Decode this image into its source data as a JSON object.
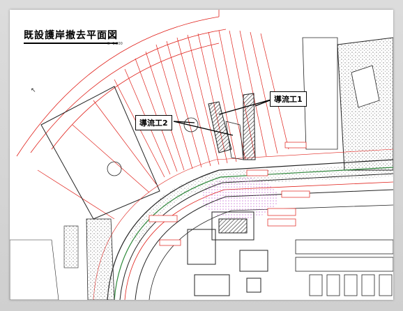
{
  "drawing": {
    "title": "既設護岸撤去平面図",
    "scale_note": "S=1:200",
    "callouts": [
      "導流工1",
      "導流工2"
    ]
  },
  "colors": {
    "frame": "#d9d9d9",
    "paper": "#ffffff",
    "line_red": "#e0201a",
    "line_dark": "#222222",
    "hatch_magenta": "#c05ad0",
    "line_green": "#2d8a3a"
  }
}
